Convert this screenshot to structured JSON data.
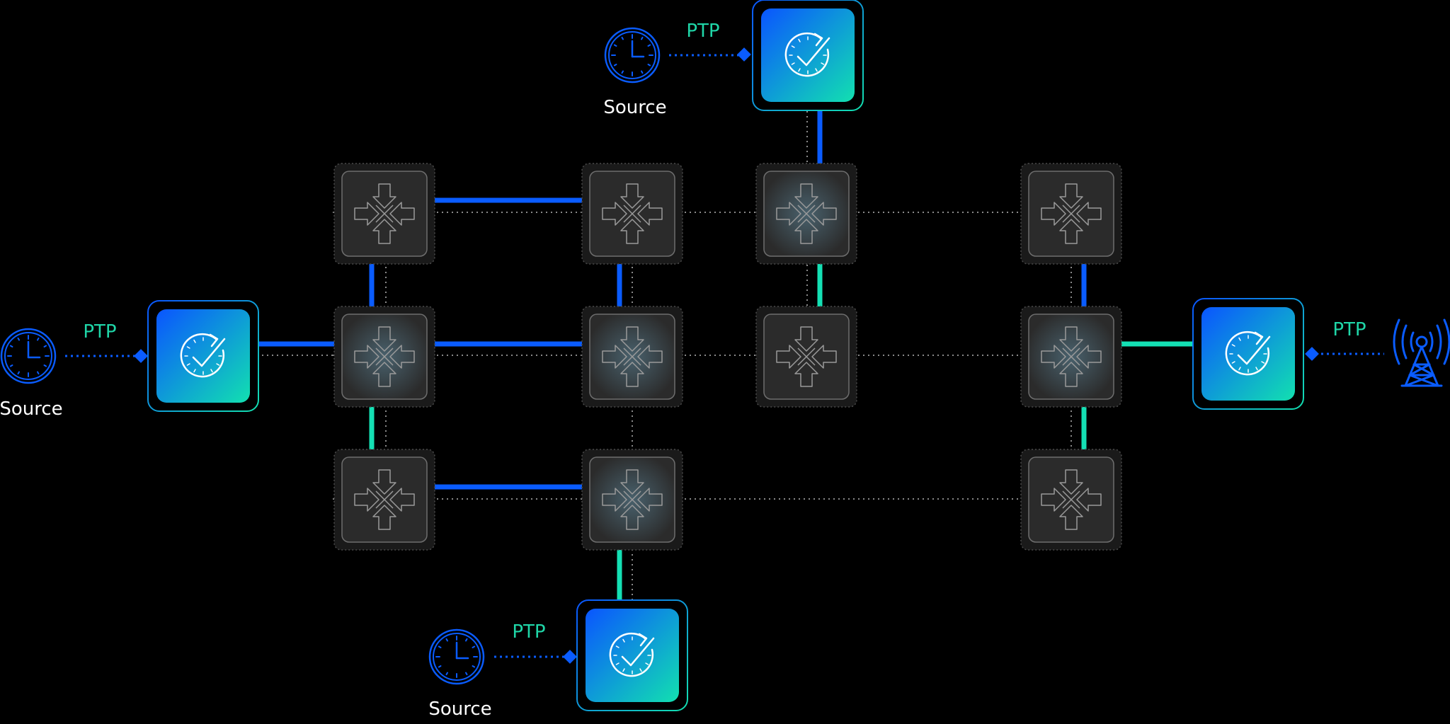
{
  "labels": {
    "source": "Source",
    "ptp": "PTP"
  },
  "colors": {
    "background": "#000000",
    "blue": "#0a5cff",
    "teal": "#14e0b4",
    "switch_fill": "#2b2b2b",
    "label_ptp": "#1fd6a8",
    "label_source": "#ffffff"
  },
  "icons": {
    "switch": "converging-arrows-icon",
    "timing_node": "clock-check-icon",
    "source": "clock-icon",
    "antenna": "radio-tower-icon",
    "link_end": "diamond-connector-icon"
  },
  "diagram": {
    "switch_count": 11,
    "timing_node_count": 4,
    "source_count": 3,
    "antenna_count": 1
  }
}
